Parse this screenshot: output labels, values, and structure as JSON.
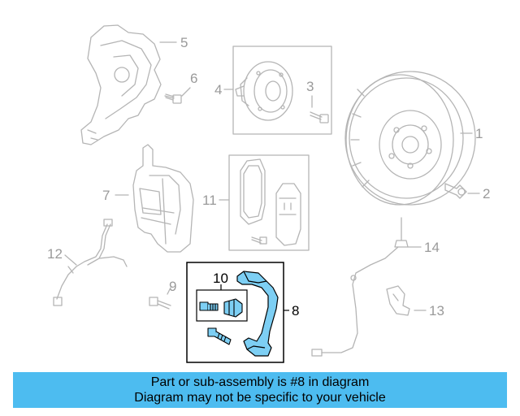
{
  "colors": {
    "line_gray": "#b5b5b5",
    "label_gray": "#9a9a9a",
    "highlight_fill": "#7dcff4",
    "banner_bg": "#4dbcf0",
    "highlight_box": "#000000"
  },
  "callouts": {
    "n1": "1",
    "n2": "2",
    "n3": "3",
    "n4": "4",
    "n5": "5",
    "n6": "6",
    "n7": "7",
    "n8": "8",
    "n9": "9",
    "n10": "10",
    "n11": "11",
    "n12": "12",
    "n13": "13",
    "n14": "14"
  },
  "banner": {
    "line1": "Part or sub-assembly is #8 in diagram",
    "line2": "Diagram may not be specific to your vehicle"
  }
}
